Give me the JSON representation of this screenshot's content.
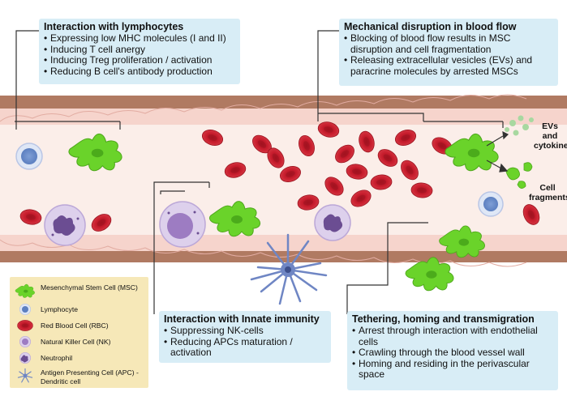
{
  "boxes": {
    "lymphocytes": {
      "title": "Interaction with lymphocytes",
      "items": [
        "Expressing low MHC molecules (I and II)",
        "Inducing T cell anergy",
        "Inducing Treg proliferation / activation",
        "Reducing B cell's antibody production"
      ]
    },
    "mechanical": {
      "title": "Mechanical disruption in blood flow",
      "items": [
        "Blocking of blood flow results in MSC disruption and cell fragmentation",
        "Releasing extracellular vesicles (EVs) and paracrine molecules by arrested MSCs"
      ]
    },
    "innate": {
      "title": "Interaction with Innate immunity",
      "items": [
        "Suppressing NK-cells",
        "Reducing APCs maturation / activation"
      ]
    },
    "tethering": {
      "title": "Tethering, homing and transmigration",
      "items": [
        "Arrest through interaction with endothelial cells",
        "Crawling through the blood vessel wall",
        "Homing and residing in the perivascular space"
      ]
    }
  },
  "labels": {
    "evs": "EVs and cytokines",
    "fragments": "Cell fragments"
  },
  "legend": [
    {
      "label": "Mesenchymal Stem Cell (MSC)",
      "icon": "msc-icon"
    },
    {
      "label": "Lymphocyte",
      "icon": "lymphocyte-icon"
    },
    {
      "label": "Red Blood Cell (RBC)",
      "icon": "rbc-icon"
    },
    {
      "label": "Natural Killer Cell (NK)",
      "icon": "nk-icon"
    },
    {
      "label": "Neutrophil",
      "icon": "neutrophil-icon"
    },
    {
      "label": "Antigen Presenting Cell (APC) - Dendritic cell",
      "icon": "apc-icon"
    }
  ],
  "colors": {
    "msc": "#6ad32a",
    "rbc": "#c81e2e",
    "vessel_wall": "#b07a62",
    "endothelium": "#f6d4cc",
    "lumen": "#fbeee9",
    "box": "#d8edf6",
    "legend": "#f6e8b8",
    "apc": "#6f86c4"
  }
}
